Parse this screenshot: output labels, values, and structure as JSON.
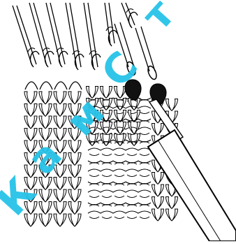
{
  "diagram": {
    "subject": "knitting-machine-latch-hooks-with-transfer-tool",
    "watermark": {
      "letters": [
        "К",
        "а",
        "м",
        "С",
        "т"
      ],
      "color": "#27c4e8"
    },
    "colors": {
      "ink": "#000000",
      "paper": "#ffffff",
      "stitch_fill": "#ffffff",
      "highlight_loop": "#111111"
    }
  }
}
